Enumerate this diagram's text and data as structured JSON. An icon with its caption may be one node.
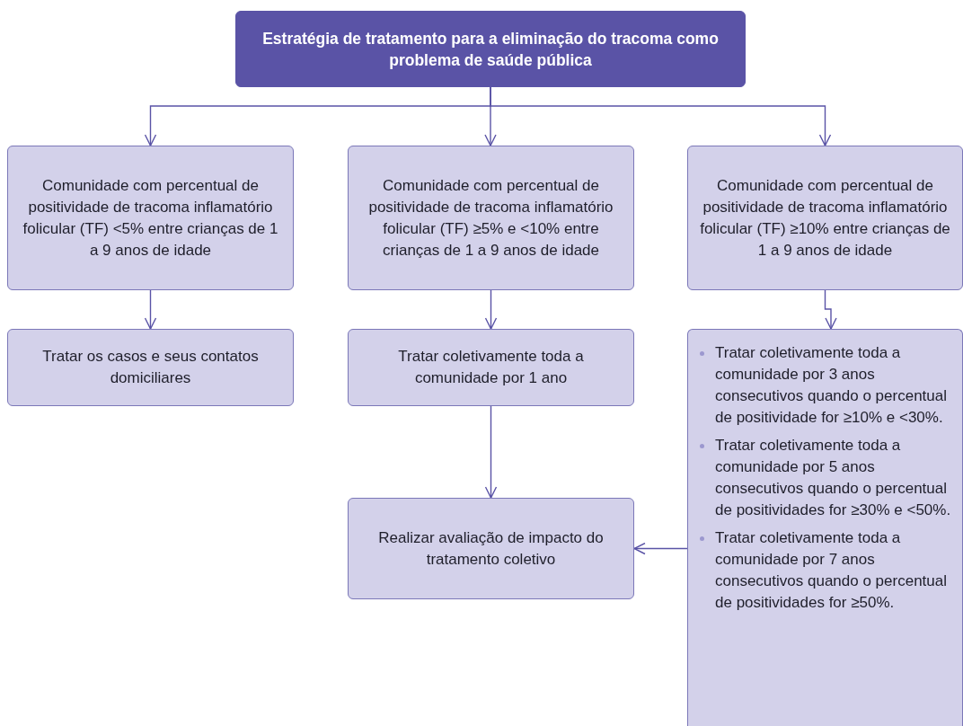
{
  "diagram": {
    "nodes": [
      {
        "text": [
          "Estratégia de tratamento para a eliminação do tracoma como problema de saúde pública"
        ]
      },
      {
        "text": [
          "Comunidade com percentual de positividade de tracoma inflamatório folicular (TF) <5% entre crianças de 1 a 9 anos de idade"
        ]
      },
      {
        "text": [
          "Comunidade com percentual de positividade de tracoma inflamatório folicular (TF) ≥5% e <10% entre crianças de 1 a 9 anos de idade"
        ]
      },
      {
        "text": [
          "Comunidade com percentual de positividade de tracoma inflamatório folicular (TF) ≥10% entre crianças de 1 a 9 anos de idade"
        ]
      },
      {
        "text": [
          "Tratar os casos e seus contatos domiciliares"
        ]
      },
      {
        "text": [
          "Tratar coletivamente toda a comunidade por 1 ano"
        ]
      },
      {
        "text": [
          "Tratar coletivamente toda a comunidade por 3 anos consecutivos quando o percentual de positividade for ≥10% e <30%.",
          "Tratar coletivamente toda a comunidade por 5 anos consecutivos quando o percentual de positividades for ≥30% e <50%.",
          "Tratar coletivamente toda a comunidade por 7 anos consecutivos quando o percentual de positividades for ≥50%."
        ]
      },
      {
        "text": [
          "Realizar avaliação de impacto do tratamento coletivo"
        ]
      }
    ],
    "edges": [
      {
        "from": 0,
        "to": 1,
        "arrow": "to"
      },
      {
        "from": 0,
        "to": 2,
        "arrow": "to"
      },
      {
        "from": 0,
        "to": 3,
        "arrow": "to"
      },
      {
        "from": 1,
        "to": 4,
        "arrow": "to"
      },
      {
        "from": 2,
        "to": 5,
        "arrow": "to"
      },
      {
        "from": 3,
        "to": 6,
        "arrow": "to"
      },
      {
        "from": 5,
        "to": 7,
        "arrow": "to"
      },
      {
        "from": 6,
        "to": 7,
        "arrow": "to"
      }
    ]
  }
}
